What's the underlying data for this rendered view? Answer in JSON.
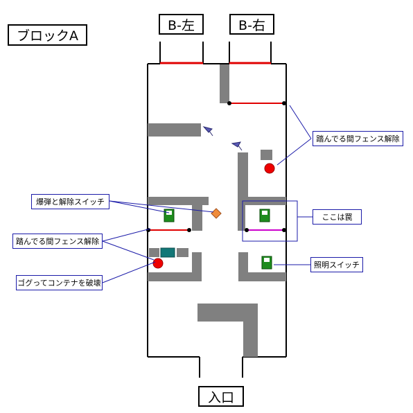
{
  "block_title": "ブロックA",
  "exits": {
    "left": "B-左",
    "right": "B-右",
    "entrance": "入口"
  },
  "notes": {
    "fence_release_right": "踏んでる間フェンス解除",
    "bomb_and_switch": "爆弾と解除スイッチ",
    "fence_release_left": "踏んでる間フェンス解除",
    "trap_here": "ここは罠",
    "light_switch": "照明スイッチ",
    "destroy_container": "ゴグってコンテナを破壊"
  },
  "colors": {
    "wall": "#808080",
    "fence": "#e00000",
    "trap_fence": "#cc00cc",
    "switch_panel": "#1e8c1e",
    "container": "#137777",
    "bomb": "#f08c3c",
    "red_button": "#ee0000",
    "callout": "#1a1aa8",
    "soldier": "#5a5ab4"
  },
  "icons": [
    "switch-panel-icon",
    "bomb-icon",
    "floor-button-icon",
    "soldier-icon",
    "container-icon"
  ]
}
